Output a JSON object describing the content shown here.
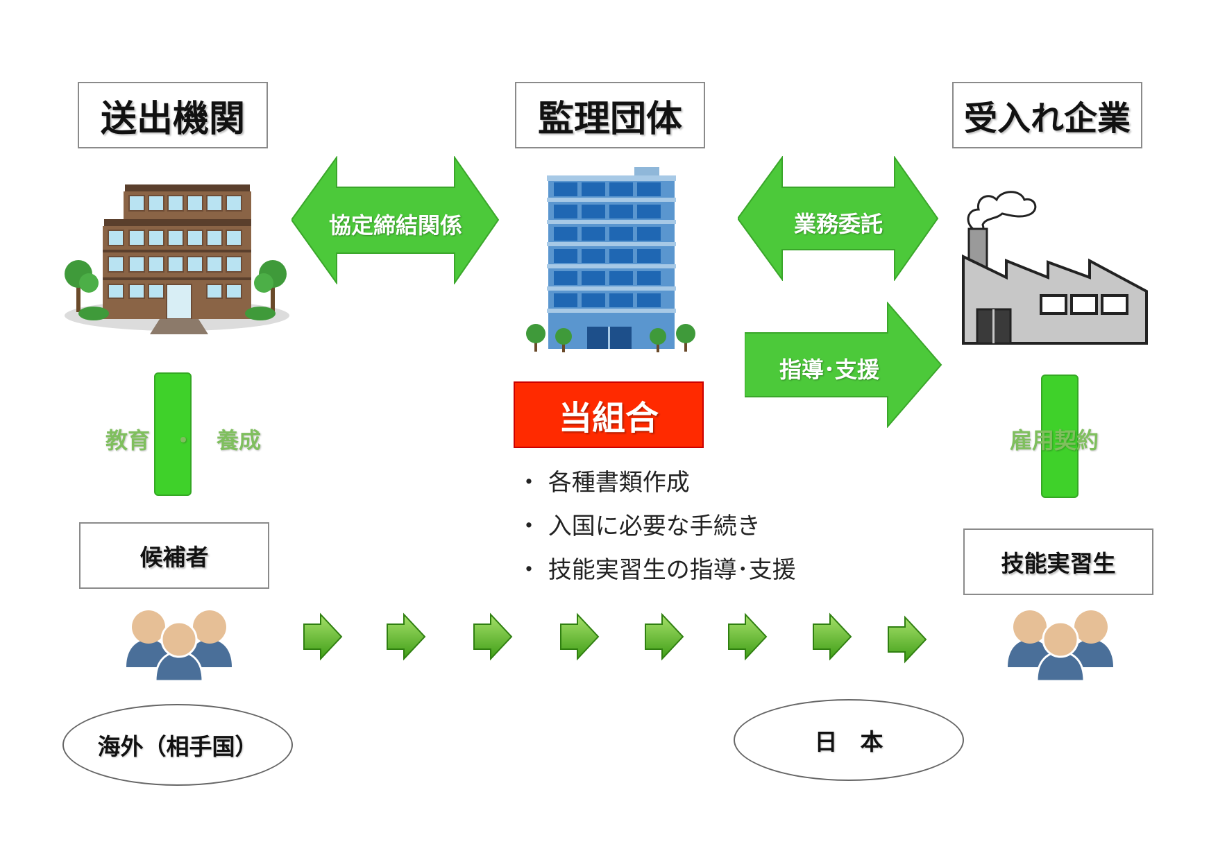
{
  "headers": {
    "sending_org": "送出機関",
    "supervising_org": "監理団体",
    "host_company": "受入れ企業"
  },
  "arrows": {
    "agreement": "協定締結関係",
    "outsourcing": "業務委託",
    "guidance": "指導･支援"
  },
  "vertical_labels": {
    "education": "教育　・　養成",
    "employment": "雇用契約"
  },
  "our_union": "当組合",
  "bullets": [
    "・ 各種書類作成",
    "・ 入国に必要な手続き",
    "・ 技能実習生の指導･支援"
  ],
  "people_boxes": {
    "candidate": "候補者",
    "trainee": "技能実習生"
  },
  "regions": {
    "overseas": "海外（相手国）",
    "japan": "日　本"
  },
  "colors": {
    "arrow_green": "#4cc93a",
    "vertical_bar_green": "#3fd12a",
    "red_box": "#ff2a00",
    "person_skin": "#e6bf96",
    "person_body": "#4a6f99"
  }
}
